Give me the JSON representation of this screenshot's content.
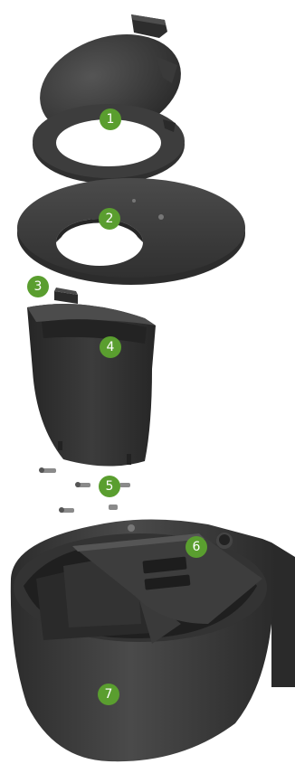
{
  "badges": [
    {
      "id": "1",
      "label": "1"
    },
    {
      "id": "2",
      "label": "2"
    },
    {
      "id": "3",
      "label": "3"
    },
    {
      "id": "4",
      "label": "4"
    },
    {
      "id": "5",
      "label": "5"
    },
    {
      "id": "6",
      "label": "6"
    },
    {
      "id": "7",
      "label": "7"
    }
  ],
  "colors": {
    "badge": "#5a9e2f",
    "part_dark": "#2e2e2e",
    "part_mid": "#3b3b3b",
    "part_light": "#4a4a4a",
    "highlight": "#5c5c5c"
  }
}
